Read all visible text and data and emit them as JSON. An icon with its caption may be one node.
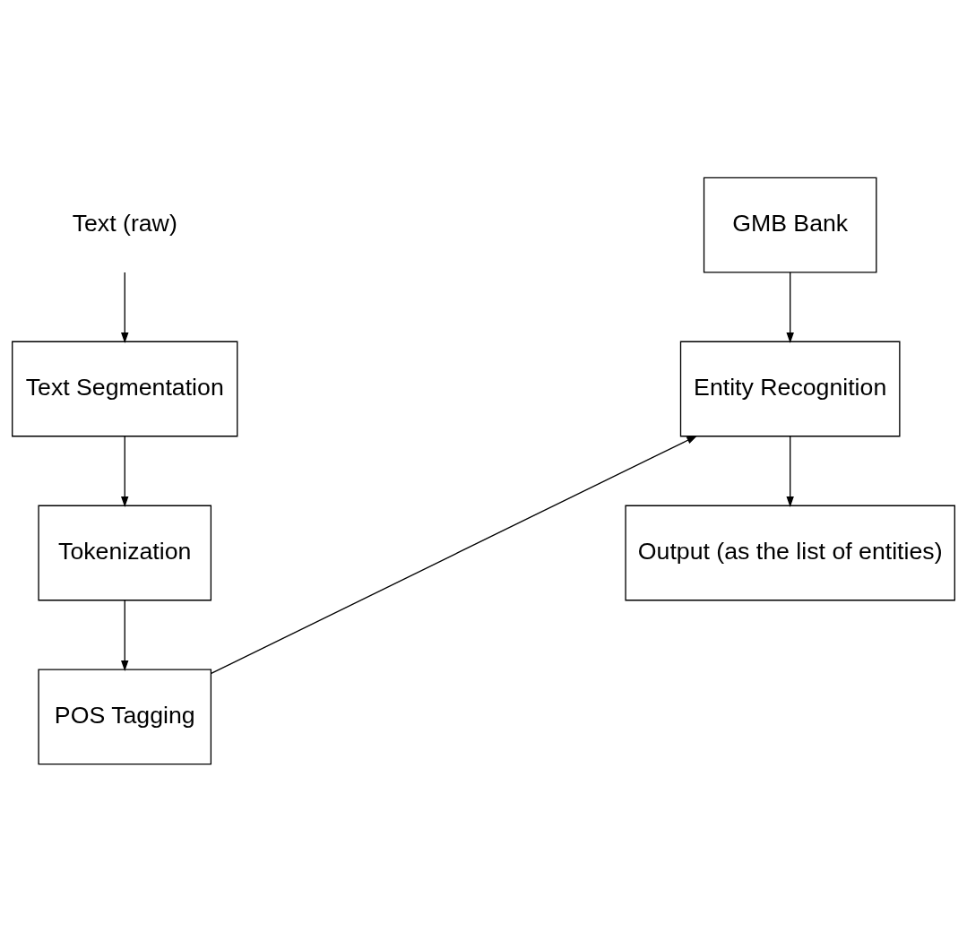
{
  "diagram": {
    "nodes": [
      {
        "text": [
          "Text (raw)"
        ]
      },
      {
        "text": [
          "Text Segmentation"
        ]
      },
      {
        "text": [
          "Tokenization"
        ]
      },
      {
        "text": [
          "POS Tagging"
        ]
      },
      {
        "text": [
          "GMB Bank"
        ]
      },
      {
        "text": [
          "Entity Recognition"
        ]
      },
      {
        "text": [
          "Output (as the list of entities)"
        ]
      }
    ],
    "edges": [
      {
        "from": 0,
        "to": 1,
        "arrow": "to"
      },
      {
        "from": 1,
        "to": 2,
        "arrow": "to"
      },
      {
        "from": 2,
        "to": 3,
        "arrow": "to"
      },
      {
        "from": 3,
        "to": 5,
        "arrow": "to"
      },
      {
        "from": 4,
        "to": 5,
        "arrow": "to"
      },
      {
        "from": 5,
        "to": 6,
        "arrow": "to"
      }
    ]
  }
}
